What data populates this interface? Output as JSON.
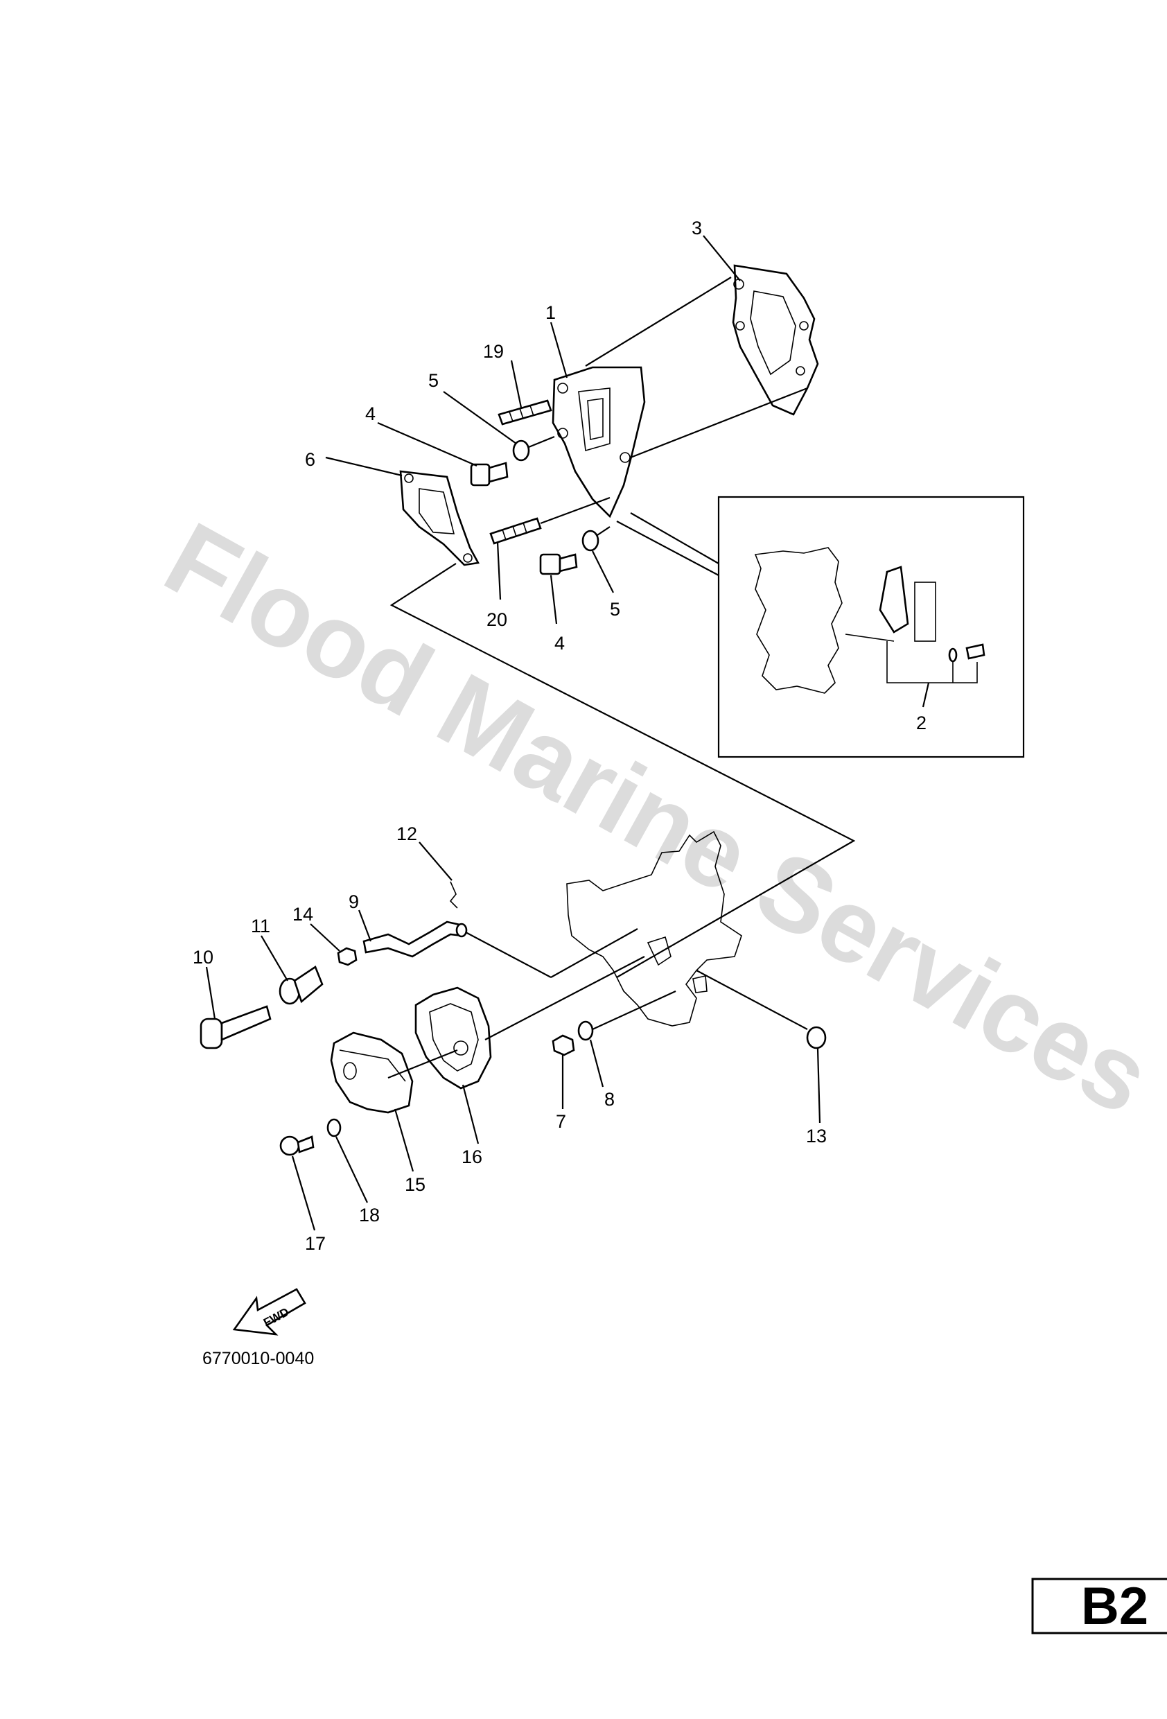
{
  "watermark": "Flood Marine Services",
  "diagram_code": "6770010-0040",
  "page_badge": "B2",
  "fwd_label": "FWD",
  "callouts": {
    "p1": "1",
    "p2": "2",
    "p3": "3",
    "p4a": "4",
    "p4b": "4",
    "p5a": "5",
    "p5b": "5",
    "p6": "6",
    "p7": "7",
    "p8": "8",
    "p9": "9",
    "p10": "10",
    "p11": "11",
    "p12": "12",
    "p13": "13",
    "p14": "14",
    "p15": "15",
    "p16": "16",
    "p17": "17",
    "p18": "18",
    "p19": "19",
    "p20": "20"
  }
}
